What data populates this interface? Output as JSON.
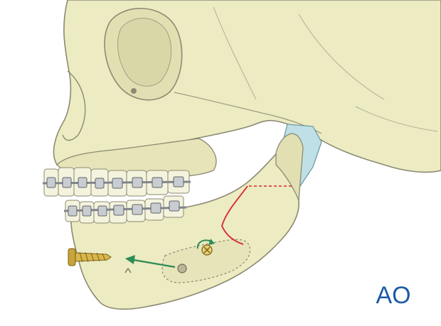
{
  "logo": {
    "text": "AO",
    "color": "#1f5aa6"
  },
  "colors": {
    "bone_fill": "#ecebc2",
    "bone_stroke": "#8c8a72",
    "bone_shadow": "#d9d7a7",
    "cartilage": "#bfe0e6",
    "osteotomy_line": "#d8262c",
    "arrow_green": "#2e8b57",
    "screw_gold": "#c8a43a",
    "bracket_metal": "#9aa0a6"
  },
  "icons": [
    "skull-illustration",
    "mandible-segment",
    "osteotomy-line",
    "bone-screw",
    "direction-arrow",
    "rotation-arrow",
    "orthodontic-braces"
  ]
}
